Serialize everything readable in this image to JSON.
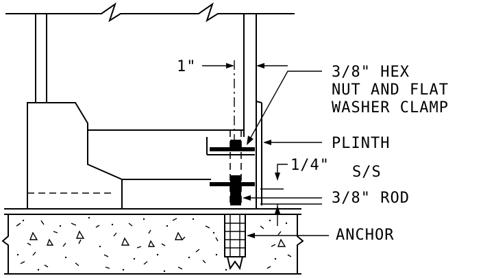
{
  "labels": {
    "dim_1in": "1\"",
    "hex_line1": "3/8\" HEX",
    "hex_line2": "NUT AND FLAT",
    "hex_line3": "WASHER CLAMP",
    "plinth": "PLINTH",
    "dim_quarter": "1/4\"",
    "ss": "S/S",
    "rod": "3/8\" ROD",
    "anchor": "ANCHOR"
  },
  "colors": {
    "ink": "#000000",
    "paper": "#ffffff"
  }
}
